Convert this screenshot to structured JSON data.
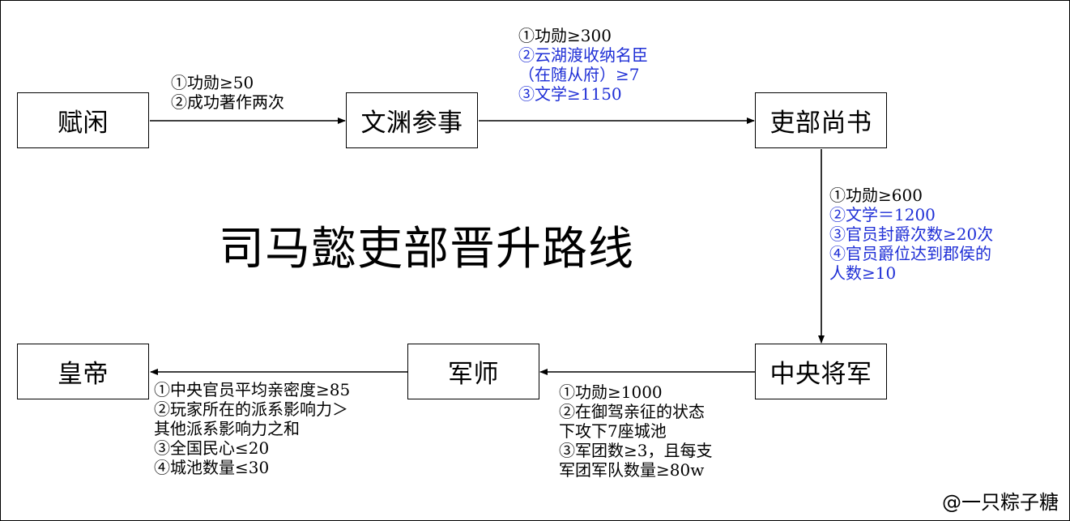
{
  "title": "司马懿吏部晋升路线",
  "watermark": "@一只粽子糖",
  "boxes": {
    "fuxian": "赋闲",
    "wenyuan": "文渊参事",
    "libu": "吏部尚书",
    "zhongyang": "中央将军",
    "junshi": "军师",
    "huangdi": "皇帝"
  },
  "conditions": {
    "fuxian_to_wenyuan": [
      {
        "text": "①功勋≥50",
        "color": "black"
      },
      {
        "text": "②成功著作两次",
        "color": "black"
      }
    ],
    "wenyuan_to_libu": [
      {
        "text": "①功勋≥300",
        "color": "black"
      },
      {
        "text": "②云湖渡收纳名臣",
        "color": "blue"
      },
      {
        "text": "（在随从府）≥7",
        "color": "blue"
      },
      {
        "text": "③文学≥1150",
        "color": "blue"
      }
    ],
    "libu_to_zhongyang": [
      {
        "text": "①功勋≥600",
        "color": "black"
      },
      {
        "text": "②文学＝1200",
        "color": "blue"
      },
      {
        "text": "③官员封爵次数≥20次",
        "color": "blue"
      },
      {
        "text": "④官员爵位达到郡侯的",
        "color": "blue"
      },
      {
        "text": "人数≥10",
        "color": "blue"
      }
    ],
    "zhongyang_to_junshi": [
      {
        "text": "①功勋≥1000",
        "color": "black"
      },
      {
        "text": "②在御驾亲征的状态",
        "color": "black"
      },
      {
        "text": "下攻下7座城池",
        "color": "black"
      },
      {
        "text": "③军团数≥3，且每支",
        "color": "black"
      },
      {
        "text": "军团军队数量≥80w",
        "color": "black"
      }
    ],
    "junshi_to_huangdi": [
      {
        "text": "①中央官员平均亲密度≥85",
        "color": "black"
      },
      {
        "text": "②玩家所在的派系影响力＞",
        "color": "black"
      },
      {
        "text": "其他派系影响力之和",
        "color": "black"
      },
      {
        "text": "③全国民心≤20",
        "color": "black"
      },
      {
        "text": "④城池数量≤30",
        "color": "black"
      }
    ]
  },
  "colors": {
    "blue_text": "#1f2fd6",
    "black_text": "#000000"
  }
}
